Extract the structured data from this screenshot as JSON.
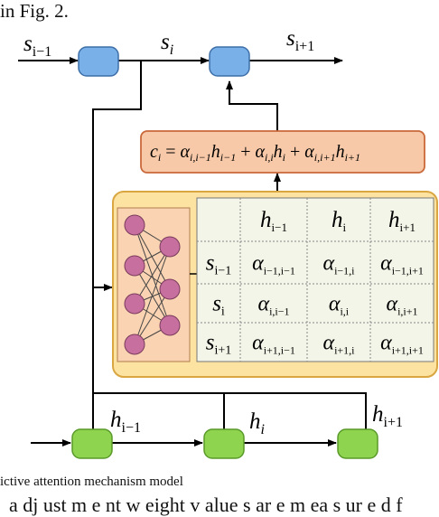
{
  "header_text": "in Fig. 2.",
  "caption": "ictive attention mechanism model",
  "bottom_text": "a dj   ust m e nt     w eight v alue    s    ar e    m ea s ur e d     f",
  "decoder_states": {
    "s_prev": {
      "base": "s",
      "sub": "i−1"
    },
    "s_cur": {
      "base": "s",
      "sub": "i"
    },
    "s_next": {
      "base": "s",
      "sub": "i+1"
    }
  },
  "encoder_states": {
    "h_prev": {
      "base": "h",
      "sub": "i−1"
    },
    "h_cur": {
      "base": "h",
      "sub": "i"
    },
    "h_next": {
      "base": "h",
      "sub": "i+1"
    }
  },
  "context_formula": {
    "lhs": {
      "base": "c",
      "sub": "i"
    },
    "terms": [
      {
        "alpha_sub": "i,i−1",
        "h_sub": "i−1"
      },
      {
        "alpha_sub": "i,i",
        "h_sub": "i"
      },
      {
        "alpha_sub": "i,i+1",
        "h_sub": "i+1"
      }
    ]
  },
  "attention_table": {
    "col_headers": [
      {
        "base": "h",
        "sub": "i−1"
      },
      {
        "base": "h",
        "sub": "i"
      },
      {
        "base": "h",
        "sub": "i+1"
      }
    ],
    "rows": [
      {
        "label": {
          "base": "s",
          "sub": "i−1"
        },
        "cells": [
          {
            "base": "α",
            "sub": "i−1,i−1"
          },
          {
            "base": "α",
            "sub": "i−1,i"
          },
          {
            "base": "α",
            "sub": "i−1,i+1"
          }
        ]
      },
      {
        "label": {
          "base": "s",
          "sub": "i"
        },
        "cells": [
          {
            "base": "α",
            "sub": "i,i−1"
          },
          {
            "base": "α",
            "sub": "i,i"
          },
          {
            "base": "α",
            "sub": "i,i+1"
          }
        ]
      },
      {
        "label": {
          "base": "s",
          "sub": "i+1"
        },
        "cells": [
          {
            "base": "α",
            "sub": "i+1,i−1"
          },
          {
            "base": "α",
            "sub": "i+1,i"
          },
          {
            "base": "α",
            "sub": "i+1,i+1"
          }
        ]
      }
    ]
  },
  "colors": {
    "decoder_node": "#7ab0e8",
    "encoder_node": "#8fd44f",
    "formula_fill": "#f7c9a8",
    "formula_stroke": "#c9683a",
    "panel_fill": "#fde3a2",
    "panel_stroke": "#d9a642",
    "nn_fill": "#f9d3b2",
    "neuron_fill": "#c7709f",
    "table_fill": "#f3f5e8"
  }
}
